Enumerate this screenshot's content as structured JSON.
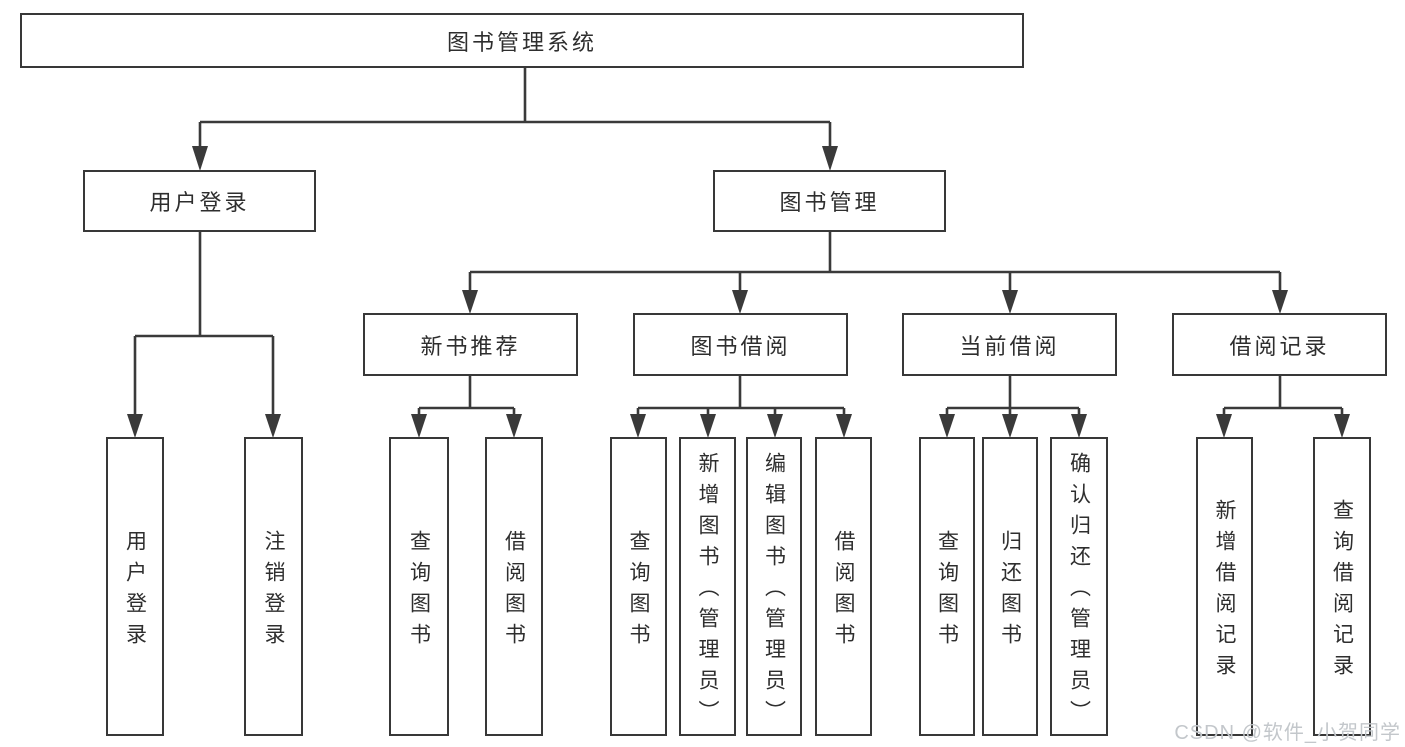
{
  "diagram": {
    "kind": "hierarchy-tree",
    "title": "图书管理系统"
  },
  "nodes": {
    "root": {
      "label": "图书管理系统"
    },
    "user_login_branch": {
      "label": "用户登录"
    },
    "book_management": {
      "label": "图书管理"
    },
    "new_book_recommend": {
      "label": "新书推荐"
    },
    "book_borrowing": {
      "label": "图书借阅"
    },
    "current_borrowing": {
      "label": "当前借阅"
    },
    "borrowing_records": {
      "label": "借阅记录"
    },
    "leaf_user_login": {
      "label": "用户登录"
    },
    "leaf_logout": {
      "label": "注销登录"
    },
    "leaf_query_books_1": {
      "label": "查询图书"
    },
    "leaf_borrow_books_1": {
      "label": "借阅图书"
    },
    "leaf_query_books_2": {
      "label": "查询图书"
    },
    "leaf_add_books_admin": {
      "label": "新增图书（管理员）"
    },
    "leaf_edit_books_admin": {
      "label": "编辑图书（管理员）"
    },
    "leaf_borrow_books_2": {
      "label": "借阅图书"
    },
    "leaf_query_books_3": {
      "label": "查询图书"
    },
    "leaf_return_books": {
      "label": "归还图书"
    },
    "leaf_confirm_return_admin": {
      "label": "确认归还（管理员）"
    },
    "leaf_add_borrow_record": {
      "label": "新增借阅记录"
    },
    "leaf_query_borrow_record": {
      "label": "查询借阅记录"
    }
  },
  "watermark": {
    "text": "CSDN @软件_小贺同学"
  },
  "colors": {
    "line": "#3a3a3a",
    "box_border": "#383838",
    "text": "#2e2e2e",
    "watermark": "#c3c7cb",
    "background": "#ffffff"
  }
}
